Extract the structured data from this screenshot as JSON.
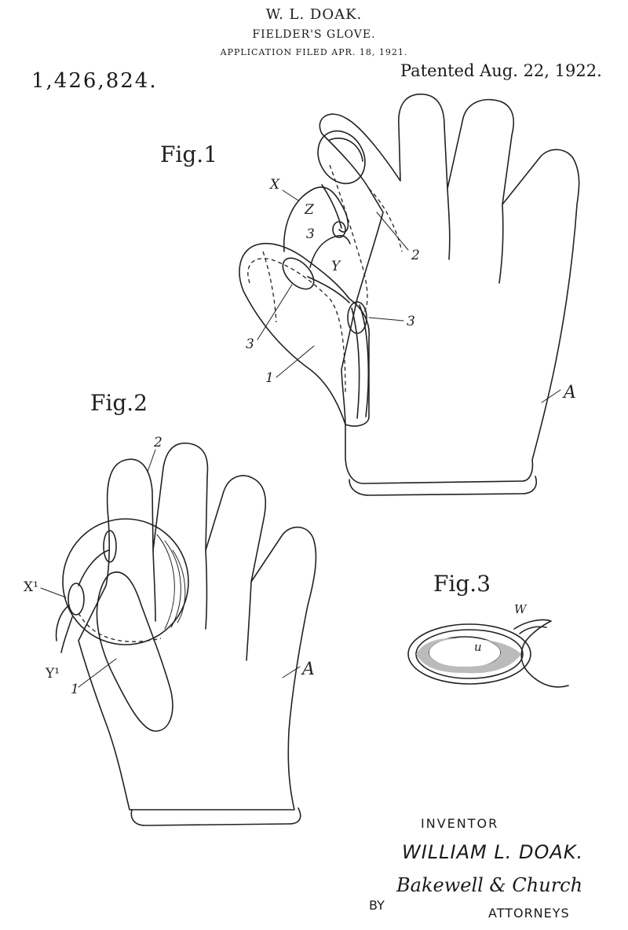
{
  "header": {
    "inventor_line": "W. L. DOAK.",
    "title": "FIELDER'S GLOVE.",
    "application": "APPLICATION FILED APR. 18, 1921.",
    "patent_number": "1,426,824.",
    "patented": "Patented Aug. 22, 1922."
  },
  "figures": {
    "fig1": {
      "label": "Fig.1",
      "labels": {
        "x": "X",
        "z": "Z",
        "y": "Y",
        "three_a": "3",
        "three_b": "3",
        "three_c": "3",
        "two": "2",
        "one": "1",
        "a": "A"
      }
    },
    "fig2": {
      "label": "Fig.2",
      "labels": {
        "two": "2",
        "x1": "X¹",
        "y1": "Y¹",
        "one": "1",
        "a": "A"
      }
    },
    "fig3": {
      "label": "Fig.3",
      "labels": {
        "w": "W",
        "u": "u"
      }
    }
  },
  "footer": {
    "inventor_heading": "INVENTOR",
    "inventor_name": "WILLIAM L. DOAK.",
    "by": "BY",
    "attorneys_signature": "Bakewell & Church",
    "attorneys_label": "ATTORNEYS"
  }
}
